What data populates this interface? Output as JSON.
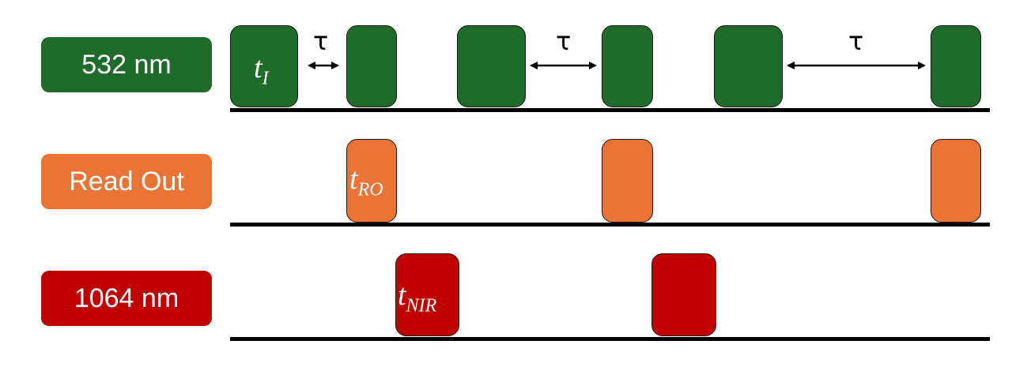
{
  "colors": {
    "green": "#1e6b2a",
    "orange": "#e97436",
    "red": "#c00000",
    "line": "#000000"
  },
  "rows": {
    "laser532": {
      "label": "532 nm"
    },
    "readout": {
      "label": "Read Out"
    },
    "laser1064": {
      "label": "1064 nm"
    }
  },
  "symbols": {
    "t_i": {
      "base": "t",
      "sub": "I"
    },
    "t_ro": {
      "base": "t",
      "sub": "RO"
    },
    "t_nir": {
      "base": "t",
      "sub": "NIR"
    }
  },
  "delay_symbol": "τ"
}
